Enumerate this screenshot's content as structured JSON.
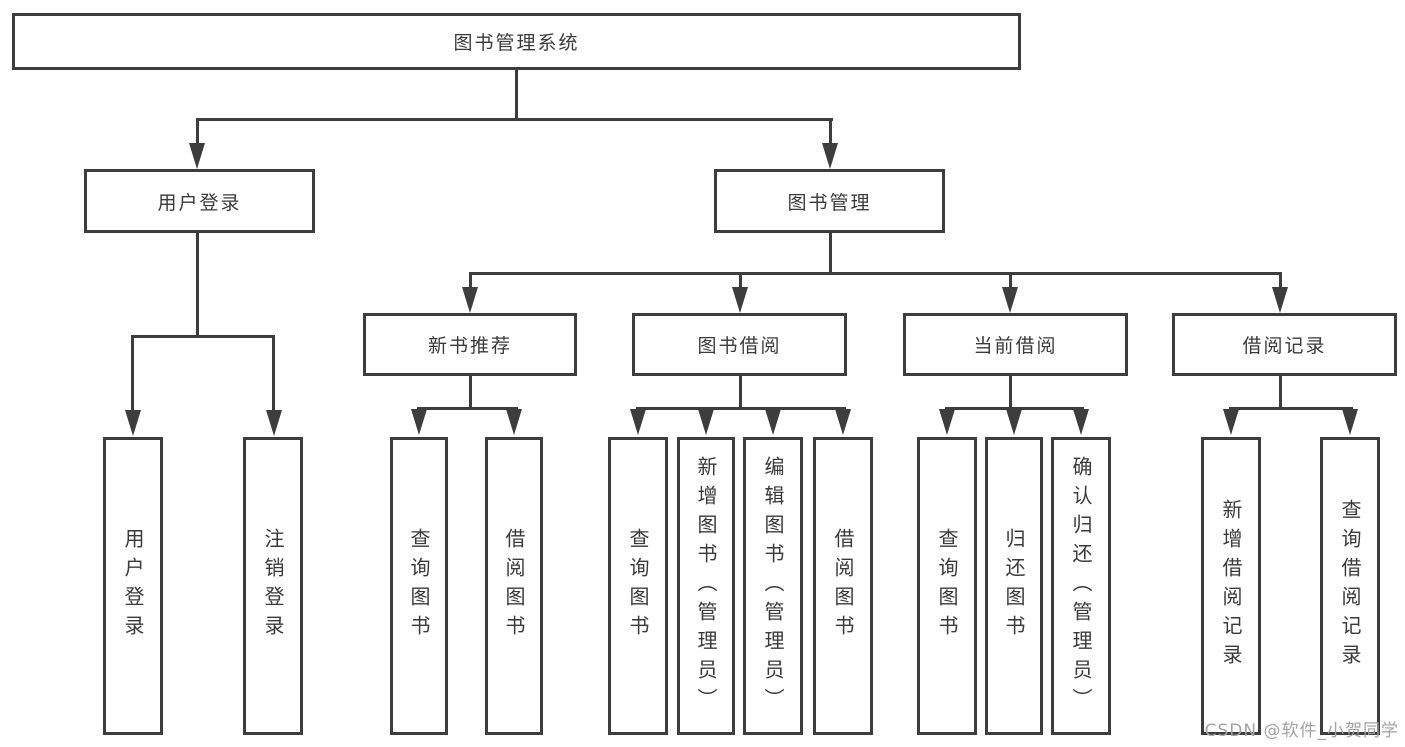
{
  "colors": {
    "line": "#3d3d3d",
    "text": "#3a3a3a",
    "watermark": "#a3a3a3",
    "background": "#ffffff"
  },
  "watermark": {
    "text": "CSDN @软件_小贺同学"
  },
  "tree": {
    "root": {
      "label": "图书管理系统"
    },
    "branches": [
      {
        "label": "用户登录",
        "children": [
          {
            "label": "用户登录"
          },
          {
            "label": "注销登录"
          }
        ]
      },
      {
        "label": "图书管理",
        "sections": [
          {
            "label": "新书推荐",
            "children": [
              {
                "label": "查询图书"
              },
              {
                "label": "借阅图书"
              }
            ]
          },
          {
            "label": "图书借阅",
            "children": [
              {
                "label": "查询图书"
              },
              {
                "label": "新增图书（管理员）"
              },
              {
                "label": "编辑图书（管理员）"
              },
              {
                "label": "借阅图书"
              }
            ]
          },
          {
            "label": "当前借阅",
            "children": [
              {
                "label": "查询图书"
              },
              {
                "label": "归还图书"
              },
              {
                "label": "确认归还（管理员）"
              }
            ]
          },
          {
            "label": "借阅记录",
            "children": [
              {
                "label": "新增借阅记录"
              },
              {
                "label": "查询借阅记录"
              }
            ]
          }
        ]
      }
    ]
  }
}
